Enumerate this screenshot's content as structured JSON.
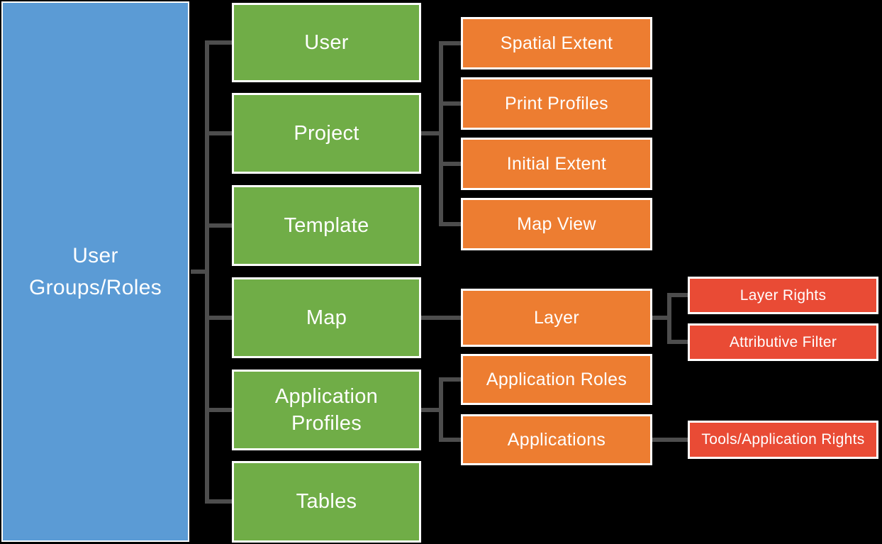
{
  "colors": {
    "background": "#000000",
    "connector": "#4D4D4D",
    "box_border": "#FFFFFF",
    "text": "#FFFFFF",
    "root_fill": "#5B9BD5",
    "level1_fill": "#70AD47",
    "level2_fill": "#ED7D31",
    "level3_fill": "#E94B35"
  },
  "chart_data": {
    "type": "diagram-tree",
    "root": {
      "label": "User Groups/Roles"
    },
    "level1": [
      {
        "label": "User",
        "parent": "User Groups/Roles"
      },
      {
        "label": "Project",
        "parent": "User Groups/Roles"
      },
      {
        "label": "Template",
        "parent": "User Groups/Roles"
      },
      {
        "label": "Map",
        "parent": "User Groups/Roles"
      },
      {
        "label": "Application Profiles",
        "parent": "User Groups/Roles"
      },
      {
        "label": "Tables",
        "parent": "User Groups/Roles"
      }
    ],
    "level2": [
      {
        "label": "Spatial Extent",
        "parent": "Project"
      },
      {
        "label": "Print Profiles",
        "parent": "Project"
      },
      {
        "label": "Initial Extent",
        "parent": "Project"
      },
      {
        "label": "Map View",
        "parent": "Project"
      },
      {
        "label": "Layer",
        "parent": "Map"
      },
      {
        "label": "Application Roles",
        "parent": "Application Profiles"
      },
      {
        "label": "Applications",
        "parent": "Application Profiles"
      }
    ],
    "level3": [
      {
        "label": "Layer Rights",
        "parent": "Layer"
      },
      {
        "label": "Attributive Filter",
        "parent": "Layer"
      },
      {
        "label": "Tools/Application Rights",
        "parent": "Applications"
      }
    ]
  }
}
